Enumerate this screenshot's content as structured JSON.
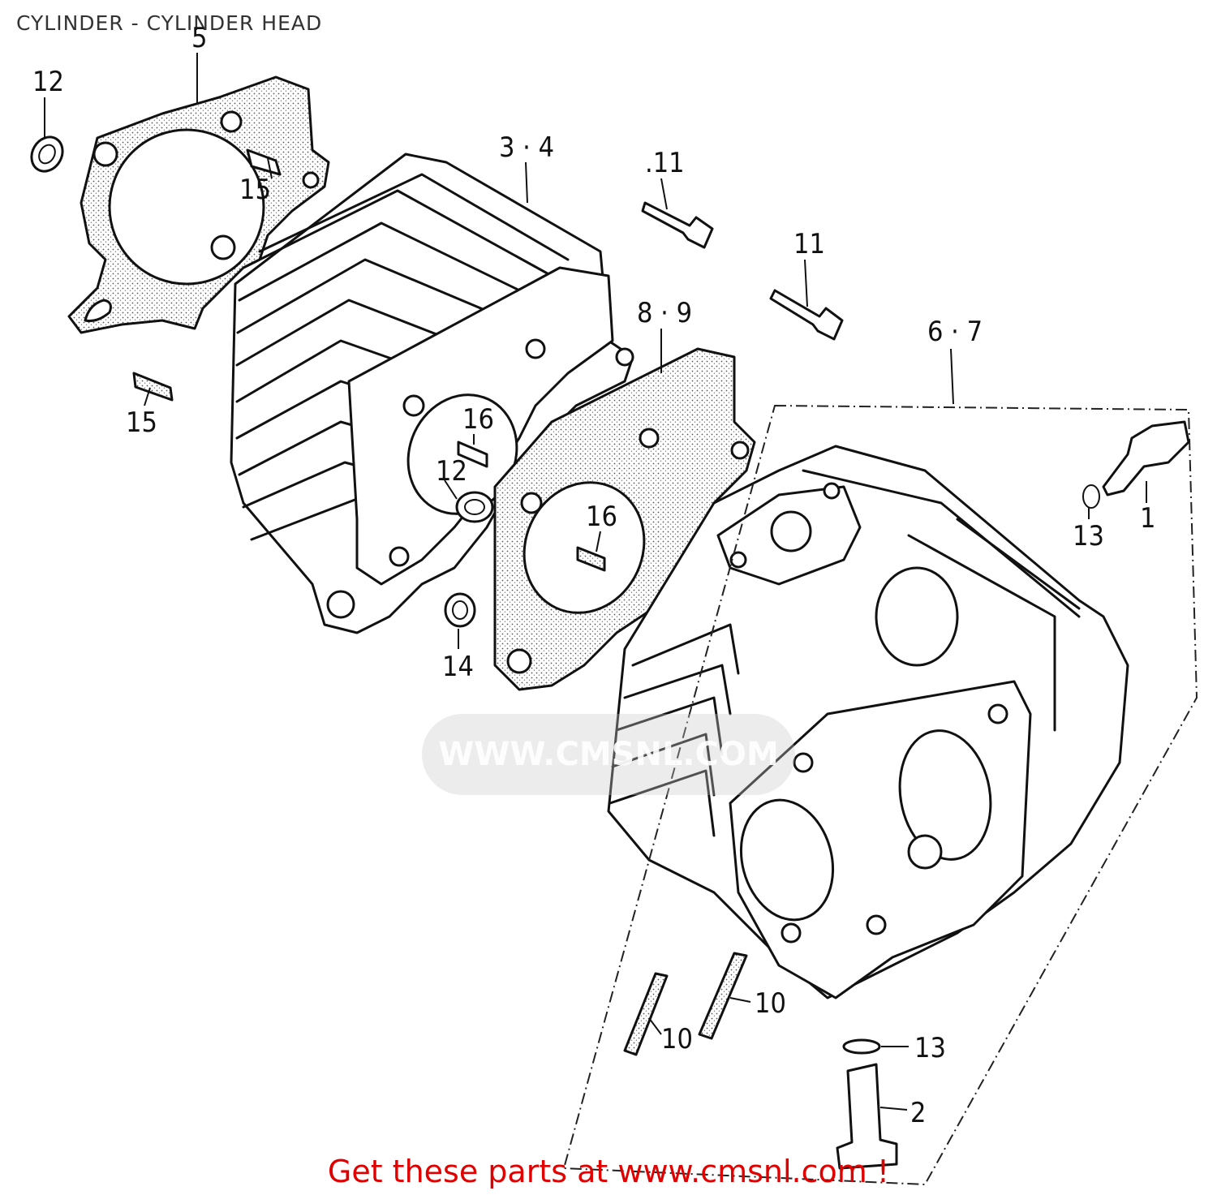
{
  "title": "CYLINDER - CYLINDER HEAD",
  "footer": "Get these parts at www.cmsnl.com !",
  "watermark": "WWW.CMSNL.COM",
  "callouts": {
    "c5": "5",
    "c12a": "12",
    "c15a": "15",
    "c34": "3 · 4",
    "c11a": ".11",
    "c11b": "11",
    "c89": "8 · 9",
    "c67": "6 · 7",
    "c15b": "15",
    "c16a": "16",
    "c12b": "12",
    "c16b": "16",
    "c13a": "13",
    "c1": "1",
    "c14": "14",
    "c10a": "10",
    "c10b": "10",
    "c13b": "13",
    "c2": "2"
  },
  "colors": {
    "footer": "#e00000",
    "line": "#111111"
  }
}
